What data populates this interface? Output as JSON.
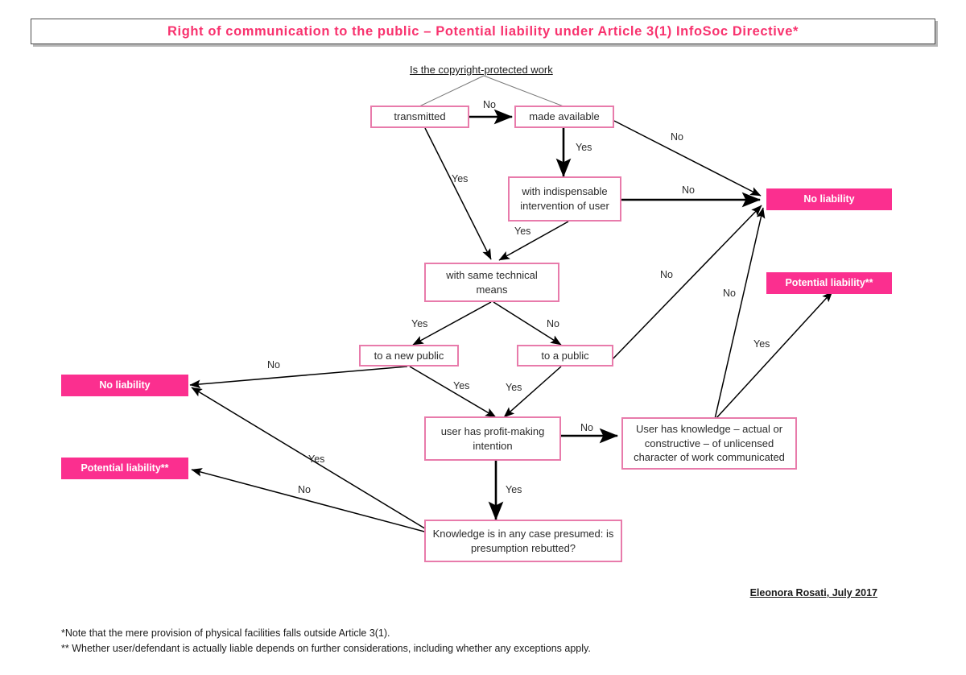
{
  "title": {
    "text": "Right of communication to the public – Potential liability under Article 3(1) InfoSoc Directive*",
    "accent_color": "#f8326e"
  },
  "colors": {
    "node_fill_pink": "#fb2f8f",
    "node_border_pink": "#e87bab",
    "edge_black": "#000000",
    "title_border": "#4d4d4d",
    "page_background": "#ffffff"
  },
  "diagram": {
    "root_question": "Is the copyright-protected work",
    "nodes": [
      {
        "id": "transmitted",
        "label": "transmitted",
        "style": "outline"
      },
      {
        "id": "made_available",
        "label": "made available",
        "style": "outline"
      },
      {
        "id": "indispensable",
        "label": "with indispensable intervention of user",
        "style": "outline"
      },
      {
        "id": "same_means",
        "label": "with same technical means",
        "style": "outline"
      },
      {
        "id": "new_public",
        "label": "to a new public",
        "style": "outline"
      },
      {
        "id": "a_public",
        "label": "to a public",
        "style": "outline"
      },
      {
        "id": "profit",
        "label": "user has profit-making intention",
        "style": "outline"
      },
      {
        "id": "knowledge",
        "label": "User has knowledge – actual or constructive – of unlicensed character of work communicated",
        "style": "outline"
      },
      {
        "id": "presumption",
        "label": "Knowledge is in any case presumed: is presumption rebutted?",
        "style": "outline"
      },
      {
        "id": "no_liab_right",
        "label": "No liability",
        "style": "filled"
      },
      {
        "id": "pot_liab_right",
        "label": "Potential liability**",
        "style": "filled"
      },
      {
        "id": "no_liab_left",
        "label": "No liability",
        "style": "filled"
      },
      {
        "id": "pot_liab_left",
        "label": "Potential liability**",
        "style": "filled"
      }
    ],
    "edges": [
      {
        "from": "root",
        "to": "transmitted",
        "label": ""
      },
      {
        "from": "root",
        "to": "made_available",
        "label": ""
      },
      {
        "from": "transmitted",
        "to": "made_available",
        "label": "No"
      },
      {
        "from": "transmitted",
        "to": "same_means",
        "label": "Yes"
      },
      {
        "from": "made_available",
        "to": "indispensable",
        "label": "Yes"
      },
      {
        "from": "made_available",
        "to": "no_liab_right",
        "label": "No"
      },
      {
        "from": "indispensable",
        "to": "no_liab_right",
        "label": "No"
      },
      {
        "from": "indispensable",
        "to": "same_means",
        "label": "Yes"
      },
      {
        "from": "same_means",
        "to": "new_public",
        "label": "Yes"
      },
      {
        "from": "same_means",
        "to": "a_public",
        "label": "No"
      },
      {
        "from": "new_public",
        "to": "no_liab_left",
        "label": "No"
      },
      {
        "from": "new_public",
        "to": "profit",
        "label": "Yes"
      },
      {
        "from": "a_public",
        "to": "profit",
        "label": "Yes"
      },
      {
        "from": "a_public",
        "to": "no_liab_right",
        "label": "No"
      },
      {
        "from": "profit",
        "to": "knowledge",
        "label": "No"
      },
      {
        "from": "profit",
        "to": "presumption",
        "label": "Yes"
      },
      {
        "from": "knowledge",
        "to": "no_liab_right",
        "label": "No"
      },
      {
        "from": "knowledge",
        "to": "pot_liab_right",
        "label": "Yes"
      },
      {
        "from": "presumption",
        "to": "no_liab_left",
        "label": "Yes"
      },
      {
        "from": "presumption",
        "to": "pot_liab_left",
        "label": "No"
      }
    ],
    "edge_labels": {
      "transmitted_no": "No",
      "transmitted_yes": "Yes",
      "made_available_yes": "Yes",
      "made_available_no": "No",
      "indispensable_no": "No",
      "indispensable_yes": "Yes",
      "same_means_yes": "Yes",
      "same_means_no": "No",
      "new_public_no": "No",
      "new_public_yes": "Yes",
      "a_public_yes": "Yes",
      "a_public_no": "No",
      "profit_no": "No",
      "profit_yes": "Yes",
      "knowledge_no": "No",
      "knowledge_yes": "Yes",
      "presumption_yes": "Yes",
      "presumption_no": "No"
    }
  },
  "footer": {
    "credit": "Eleonora Rosati, July 2017",
    "note_1": "*Note that the mere provision of physical facilities falls outside Article 3(1).",
    "note_2": "** Whether user/defendant is actually liable depends on further considerations, including whether any exceptions apply."
  }
}
